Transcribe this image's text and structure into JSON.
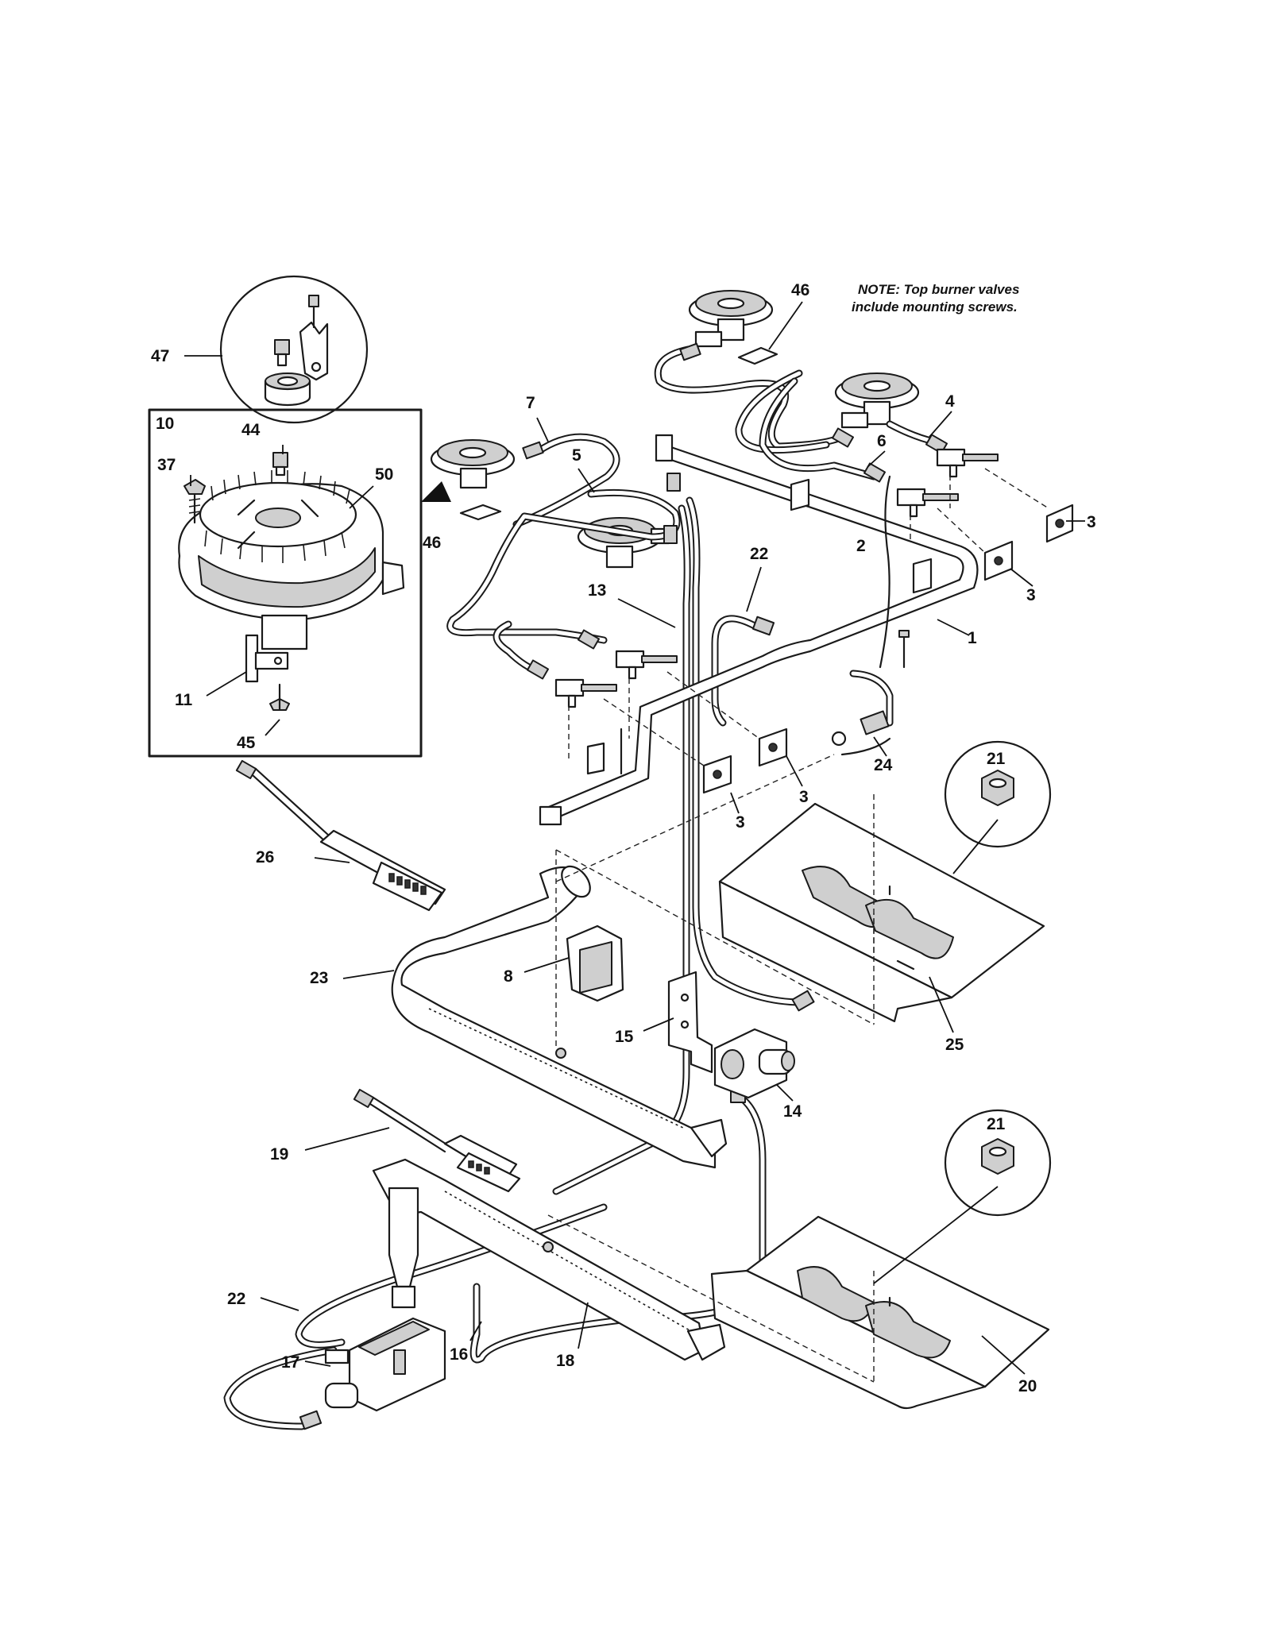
{
  "note": {
    "line1": "NOTE: Top burner valves",
    "line2": "include mounting screws."
  },
  "callouts": [
    {
      "id": "c1",
      "text": "1"
    },
    {
      "id": "c2",
      "text": "2"
    },
    {
      "id": "c3a",
      "text": "3"
    },
    {
      "id": "c3b",
      "text": "3"
    },
    {
      "id": "c3c",
      "text": "3"
    },
    {
      "id": "c3d",
      "text": "3"
    },
    {
      "id": "c4",
      "text": "4"
    },
    {
      "id": "c5",
      "text": "5"
    },
    {
      "id": "c6",
      "text": "6"
    },
    {
      "id": "c7",
      "text": "7"
    },
    {
      "id": "c8",
      "text": "8"
    },
    {
      "id": "c10",
      "text": "10"
    },
    {
      "id": "c11",
      "text": "11"
    },
    {
      "id": "c13",
      "text": "13"
    },
    {
      "id": "c14",
      "text": "14"
    },
    {
      "id": "c15",
      "text": "15"
    },
    {
      "id": "c16",
      "text": "16"
    },
    {
      "id": "c17",
      "text": "17"
    },
    {
      "id": "c18",
      "text": "18"
    },
    {
      "id": "c19",
      "text": "19"
    },
    {
      "id": "c20",
      "text": "20"
    },
    {
      "id": "c21a",
      "text": "21"
    },
    {
      "id": "c21b",
      "text": "21"
    },
    {
      "id": "c22a",
      "text": "22"
    },
    {
      "id": "c22b",
      "text": "22"
    },
    {
      "id": "c23",
      "text": "23"
    },
    {
      "id": "c24",
      "text": "24"
    },
    {
      "id": "c25",
      "text": "25"
    },
    {
      "id": "c26",
      "text": "26"
    },
    {
      "id": "c37",
      "text": "37"
    },
    {
      "id": "c44",
      "text": "44"
    },
    {
      "id": "c45",
      "text": "45"
    },
    {
      "id": "c46a",
      "text": "46"
    },
    {
      "id": "c46b",
      "text": "46"
    },
    {
      "id": "c47",
      "text": "47"
    },
    {
      "id": "c50",
      "text": "50"
    }
  ]
}
